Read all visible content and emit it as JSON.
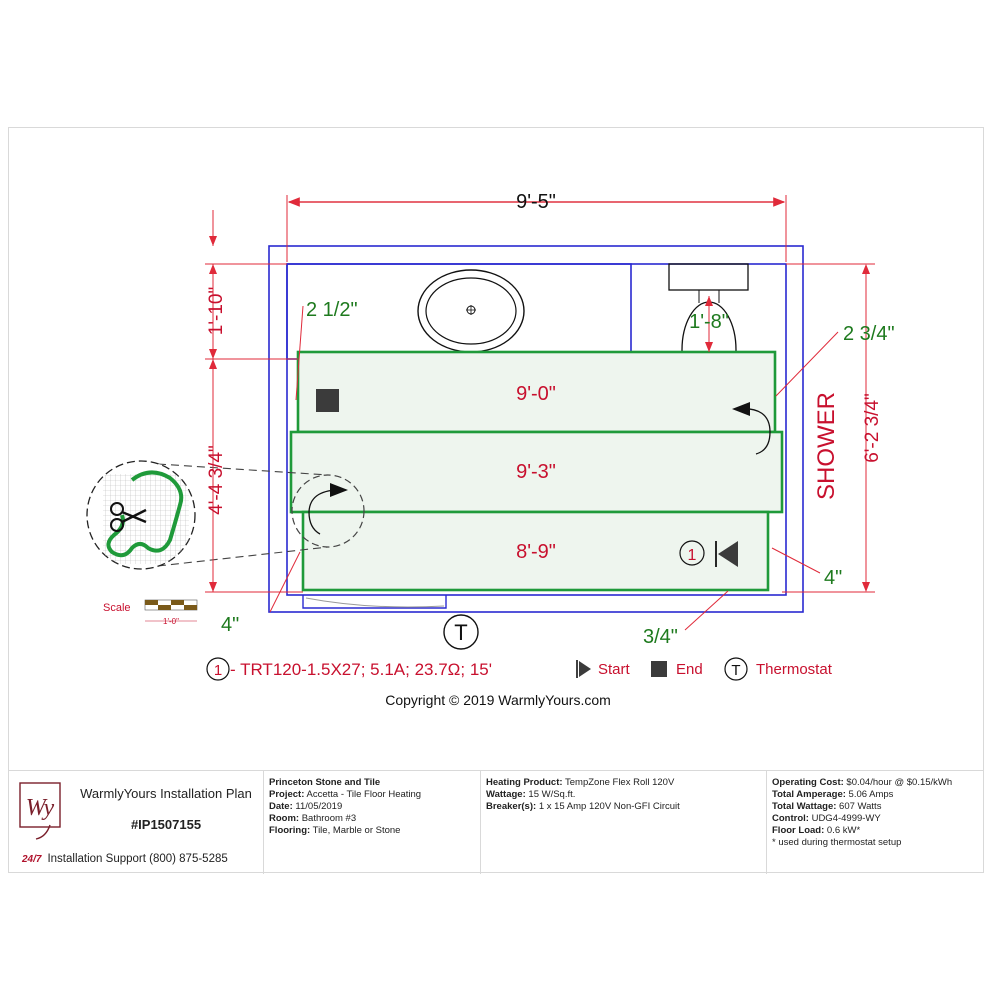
{
  "dimensions": {
    "overall_width": "9'-5\"",
    "vanity_depth": "1'-10\"",
    "heated_depth": "4'-4 3/4\"",
    "right_depth": "6'-2 3/4\"",
    "toilet_clearance": "1'-8\"",
    "gap_left": "2 1/2\"",
    "gap_right": "2 3/4\"",
    "gap_bottom_right": "4\"",
    "gap_bottom_left": "4\"",
    "gap_bottom": "3/4\""
  },
  "runs": [
    {
      "label": "9'-0\""
    },
    {
      "label": "9'-3\""
    },
    {
      "label": "8'-9\""
    }
  ],
  "shower_label": "SHOWER",
  "thermostat_symbol": "T",
  "scale": {
    "label": "Scale",
    "value": "1'-0\""
  },
  "legend": {
    "mat_number": "1",
    "mat_spec": " - TRT120-1.5X27; 5.1A; 23.7Ω; 15'",
    "start_label": "Start",
    "end_label": "End",
    "thermostat_symbol": "T",
    "thermostat_label": "Thermostat"
  },
  "copyright": "Copyright © 2019 WarmlyYours.com",
  "title_block": {
    "logo_text": "Wy",
    "plan_title": "WarmlyYours Installation Plan",
    "plan_id": "#IP1507155",
    "support_badge": "24/7",
    "support_text": "Installation Support (800) 875-5285",
    "col1": {
      "company": "Princeton Stone and Tile",
      "project_label": "Project:",
      "project": "Accetta - Tile Floor Heating",
      "date_label": "Date:",
      "date": "11/05/2019",
      "room_label": "Room:",
      "room": "Bathroom #3",
      "flooring_label": "Flooring:",
      "flooring": "Tile, Marble or Stone"
    },
    "col2": {
      "product_label": "Heating Product:",
      "product": "TempZone Flex Roll 120V",
      "wattage_label": "Wattage:",
      "wattage": "15 W/Sq.ft.",
      "breaker_label": "Breaker(s):",
      "breaker": "1 x 15 Amp 120V Non-GFI Circuit"
    },
    "col3": {
      "cost_label": "Operating Cost:",
      "cost": "$0.04/hour @ $0.15/kWh",
      "amperage_label": "Total Amperage:",
      "amperage": "5.06 Amps",
      "total_watt_label": "Total Wattage:",
      "total_watt": "607 Watts",
      "control_label": "Control:",
      "control": "UDG4-4999-WY",
      "load_label": "Floor Load:",
      "load": "0.6 kW*",
      "footnote": "* used during thermostat setup"
    }
  },
  "colors": {
    "wall": "#2a2ad0",
    "mat_stroke": "#1f9a3a",
    "mat_fill": "#eef5ee",
    "dim_red": "#c8102e",
    "dim_green": "#1e7a1e",
    "brand": "#7a1f2b"
  }
}
